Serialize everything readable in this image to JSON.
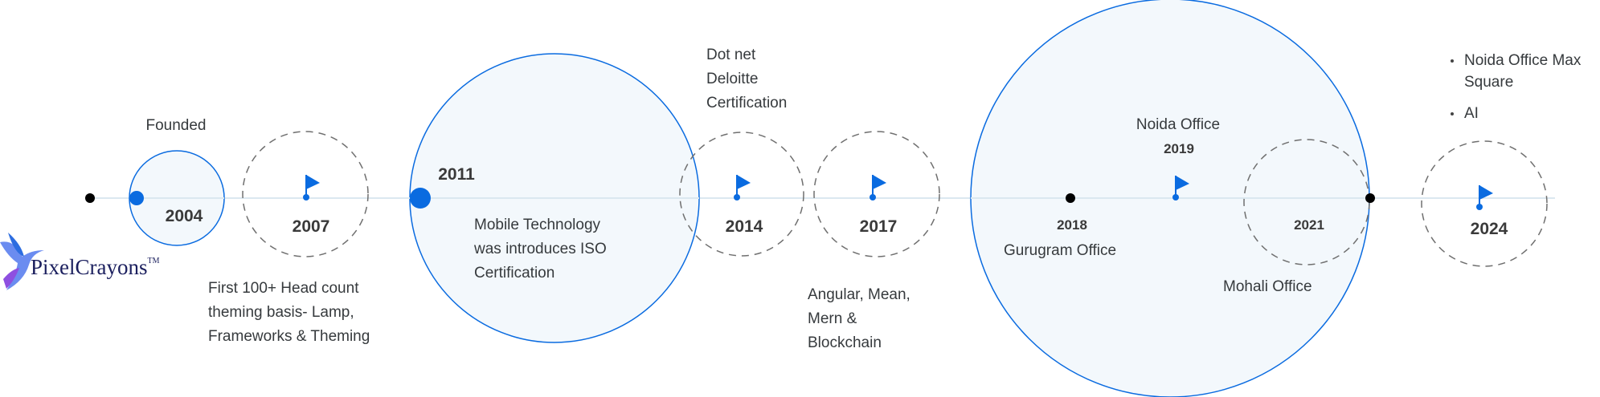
{
  "colors": {
    "accent": "#0a6be0",
    "fill": "#f3f8fc",
    "line": "#dbe8f0",
    "text": "#363a3d"
  },
  "brand": {
    "name": "PixelCrayons",
    "tm": "TM"
  },
  "milestones": [
    {
      "year": "2004",
      "text": [
        "Founded"
      ]
    },
    {
      "year": "2007",
      "text": [
        "First 100+ Head count",
        "theming basis- Lamp,",
        "Frameworks & Theming"
      ]
    },
    {
      "year": "2011",
      "text": [
        "Mobile Technology",
        "was introduces ISO",
        "Certification"
      ]
    },
    {
      "year": "2014",
      "text": [
        "Dot net",
        "Deloitte",
        "Certification"
      ]
    },
    {
      "year": "2017",
      "text": [
        "Angular, Mean,",
        "Mern &",
        "Blockchain"
      ]
    },
    {
      "year": "2018",
      "text": [
        "Gurugram Office"
      ]
    },
    {
      "year": "2019",
      "text": [
        "Noida Office"
      ]
    },
    {
      "year": "2021",
      "text": [
        "Mohali Office"
      ]
    },
    {
      "year": "2024",
      "text": [
        "Noida Office Max Square",
        "AI"
      ],
      "text_lines": [
        "Noida Office Max",
        "Square"
      ]
    }
  ]
}
